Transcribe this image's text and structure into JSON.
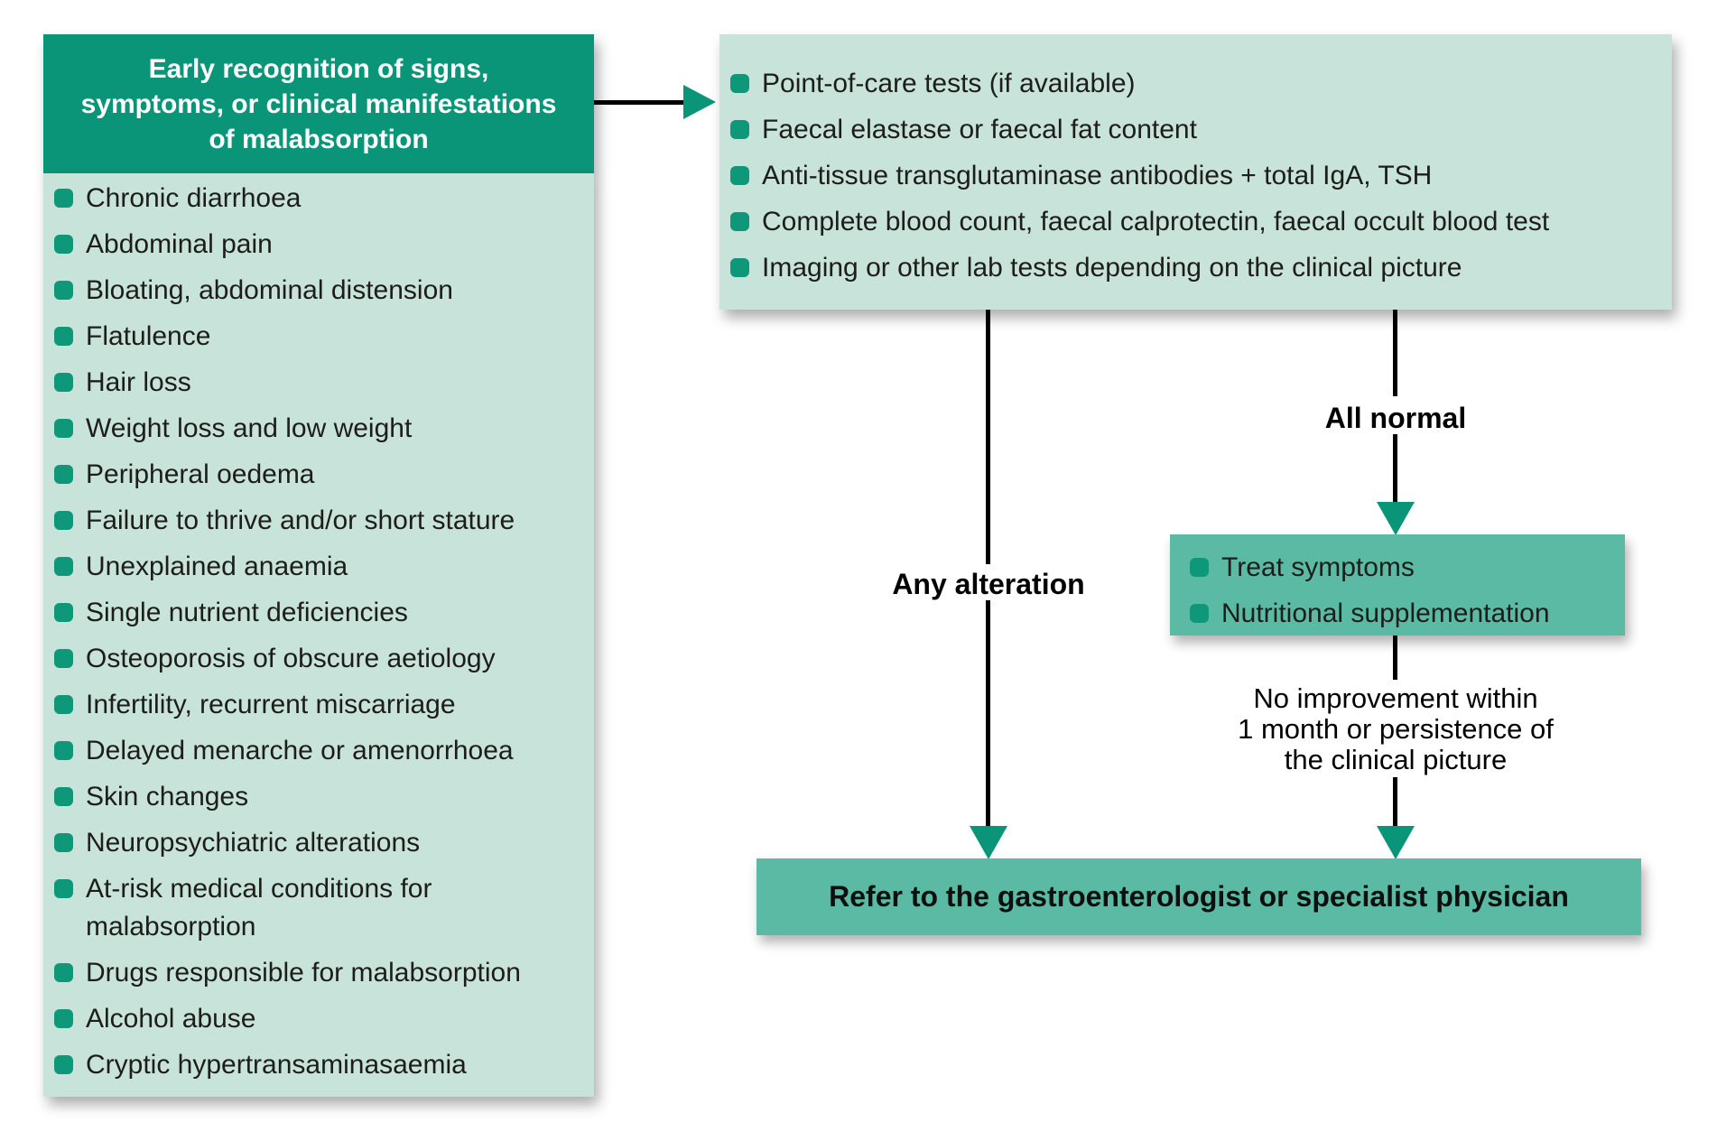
{
  "colors": {
    "dark_teal": "#0a9578",
    "light_teal": "#c8e3d9",
    "medium_teal": "#5bbaa3",
    "bullet_teal": "#0f977a",
    "line_black": "#000000"
  },
  "left_panel": {
    "title_lines": [
      "Early recognition of signs,",
      "symptoms, or clinical manifestations",
      "of malabsorption"
    ],
    "items": [
      "Chronic diarrhoea",
      "Abdominal pain",
      "Bloating, abdominal distension",
      "Flatulence",
      "Hair loss",
      "Weight loss and low weight",
      "Peripheral oedema",
      "Failure to thrive and/or short stature",
      "Unexplained anaemia",
      "Single nutrient deficiencies",
      "Osteoporosis of obscure aetiology",
      "Infertility, recurrent miscarriage",
      "Delayed menarche or amenorrhoea",
      "Skin changes",
      "Neuropsychiatric alterations",
      "At-risk medical conditions for malabsorption",
      "Drugs responsible for malabsorption",
      "Alcohol abuse",
      "Cryptic hypertransaminasaemia"
    ]
  },
  "tests_panel": {
    "items": [
      "Point-of-care tests (if available)",
      "Faecal elastase or faecal fat content",
      "Anti-tissue transglutaminase antibodies + total IgA, TSH",
      "Complete blood count, faecal calprotectin, faecal occult blood test",
      "Imaging or other lab tests depending on the clinical picture"
    ]
  },
  "flow": {
    "any_alteration_label": "Any alteration",
    "all_normal_label": "All normal",
    "treatment_box": {
      "items": [
        "Treat symptoms",
        "Nutritional supplementation"
      ]
    },
    "no_improvement_lines": [
      "No improvement within",
      "1 month or persistence of",
      "the clinical picture"
    ],
    "refer_label": "Refer to the gastroenterologist or specialist physician"
  }
}
